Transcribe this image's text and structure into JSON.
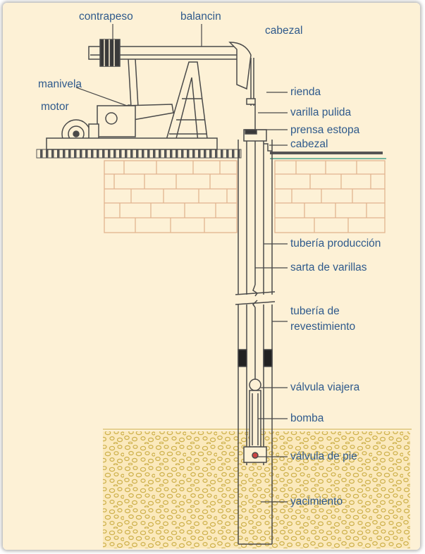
{
  "labels": {
    "contrapeso": "contrapeso",
    "balancin": "balancin",
    "cabezal_top": "cabezal",
    "manivela": "manivela",
    "motor": "motor",
    "rienda": "rienda",
    "varilla_pulida": "varilla pulida",
    "prensa_estopa": "prensa estopa",
    "cabezal_pozo": "cabezal",
    "tuberia_produccion": "tubería producción",
    "sarta_varillas": "sarta de varillas",
    "tuberia_rev_1": "tubería de",
    "tuberia_rev_2": "revestimiento",
    "valvula_viajera": "válvula viajera",
    "bomba": "bomba",
    "valvula_pie": "válvula de pie",
    "yacimiento": "yacimiento"
  },
  "colors": {
    "background": "#fdf1d6",
    "label_text": "#2f5a8c",
    "line": "#4a4a4a",
    "brick": "#e2b48f",
    "pebble": "#cdb04a",
    "soil": "#fbe9bc"
  }
}
